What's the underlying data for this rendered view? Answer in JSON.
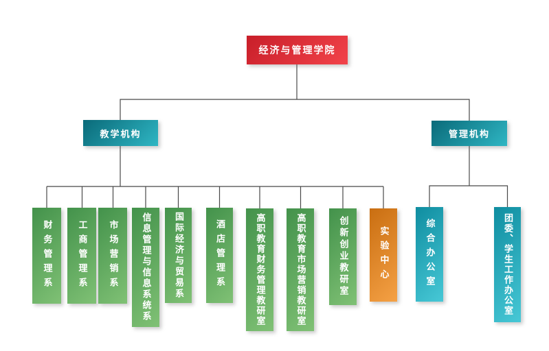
{
  "chart": {
    "root": {
      "label": "经济与管理学院"
    },
    "branches": [
      {
        "label": "教学机构"
      },
      {
        "label": "管理机构"
      }
    ],
    "teaching_departments": [
      {
        "label": "财务管理系"
      },
      {
        "label": "工商管理系"
      },
      {
        "label": "市场营销系"
      },
      {
        "label": "信息管理与信息系统系"
      },
      {
        "label": "国际经济与贸易系"
      },
      {
        "label": "酒店管理系"
      },
      {
        "label": "高职教育财务管理教研室"
      },
      {
        "label": "高职教育市场营销教研室"
      },
      {
        "label": "创新创业教研室"
      },
      {
        "label": "实验中心"
      }
    ],
    "management_offices": [
      {
        "label": "综合办公室"
      },
      {
        "label": "团委、学生工作办公室"
      }
    ],
    "colors": {
      "root_gradient_start": "#c81e29",
      "root_gradient_end": "#f2434a",
      "branch_gradient_start": "#0a6a79",
      "branch_gradient_end": "#2fb6c3",
      "department_gradient_start": "#43924b",
      "department_gradient_end": "#80c175",
      "lab_gradient_start": "#c96e11",
      "lab_gradient_end": "#f5a145",
      "office_gradient_start": "#0f8da0",
      "office_gradient_end": "#47c8d6",
      "connector": "#484848",
      "text": "#ffffff"
    }
  }
}
